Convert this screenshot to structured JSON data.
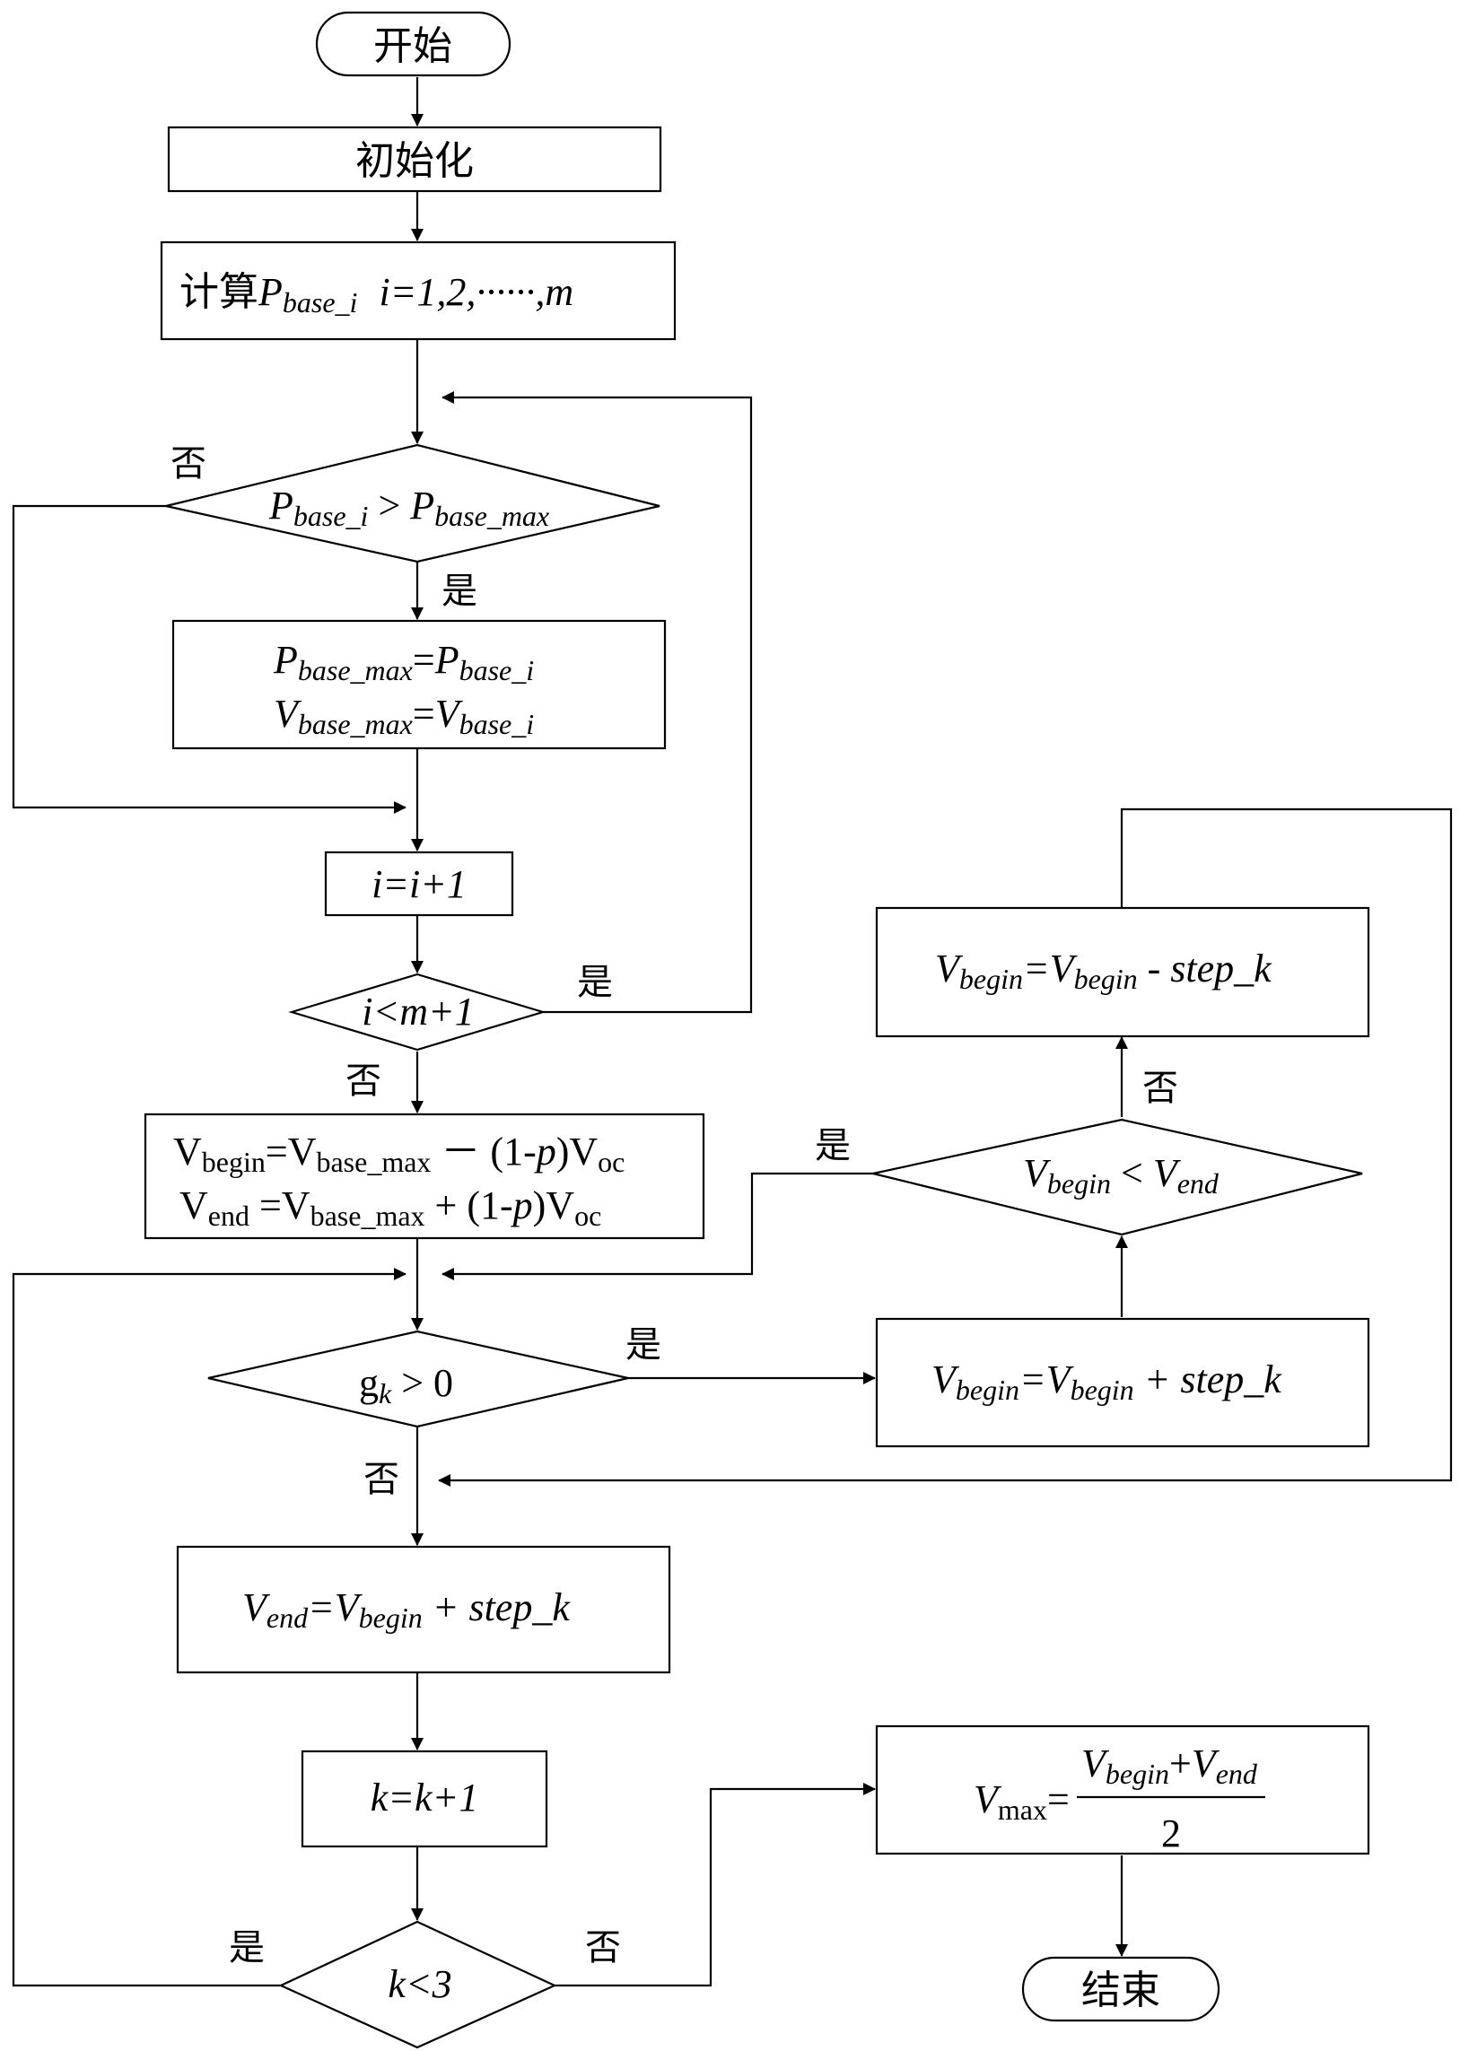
{
  "nodes": {
    "start": "开始",
    "init": "初始化",
    "calc": {
      "prefix": "计算",
      "var": "P",
      "sub": "base_i",
      "range": "i=1,2,······,m"
    },
    "cond1": {
      "lhs": "P",
      "lhs_sub": "base_i",
      "op": " > ",
      "rhs": "P",
      "rhs_sub": "base_max"
    },
    "assign1": {
      "l1_lhs": "P",
      "l1_lhs_sub": "base_max",
      "l1_rhs": "P",
      "l1_rhs_sub": "base_i",
      "l2_lhs": "V",
      "l2_lhs_sub": "base_max",
      "l2_rhs": "V",
      "l2_rhs_sub": "base_i"
    },
    "increment_i": "i=i+1",
    "cond2": "i<m+1",
    "window": {
      "l1_a": "V",
      "l1_a_sub": "begin",
      "l1_b": "=V",
      "l1_b_sub": "base_max",
      "l1_c": " － (1-",
      "l1_p": "p",
      "l1_d": ")V",
      "l1_d_sub": "oc",
      "l2_a": "V",
      "l2_a_sub": "end",
      "l2_b": " =V",
      "l2_b_sub": "base_max",
      "l2_c": "  + (1-",
      "l2_p": "p",
      "l2_d": ")V",
      "l2_d_sub": "oc"
    },
    "cond3": {
      "g": "g",
      "g_sub": "k",
      "rest": " > 0"
    },
    "step_up": {
      "a": "V",
      "a_sub": "begin",
      "b": "=V",
      "b_sub": "begin",
      "c": " + step_k"
    },
    "cond4": {
      "a": "V",
      "a_sub": "begin",
      "op": " < ",
      "b": "V",
      "b_sub": "end"
    },
    "step_down": {
      "a": "V",
      "a_sub": "begin",
      "b": "=V",
      "b_sub": "begin",
      "c": " - step_k"
    },
    "set_end": {
      "a": "V",
      "a_sub": "end",
      "b": "=V",
      "b_sub": "begin",
      "c": " + step_k"
    },
    "increment_k": "k=k+1",
    "cond5": "k<3",
    "vmax": {
      "lhs": "V",
      "lhs_sub": "max",
      "eq": "=",
      "num_a": "V",
      "num_a_sub": "begin",
      "num_plus": "+",
      "num_b": "V",
      "num_b_sub": "end",
      "den": "2"
    },
    "end": "结束"
  },
  "labels": {
    "no": "否",
    "yes": "是"
  }
}
